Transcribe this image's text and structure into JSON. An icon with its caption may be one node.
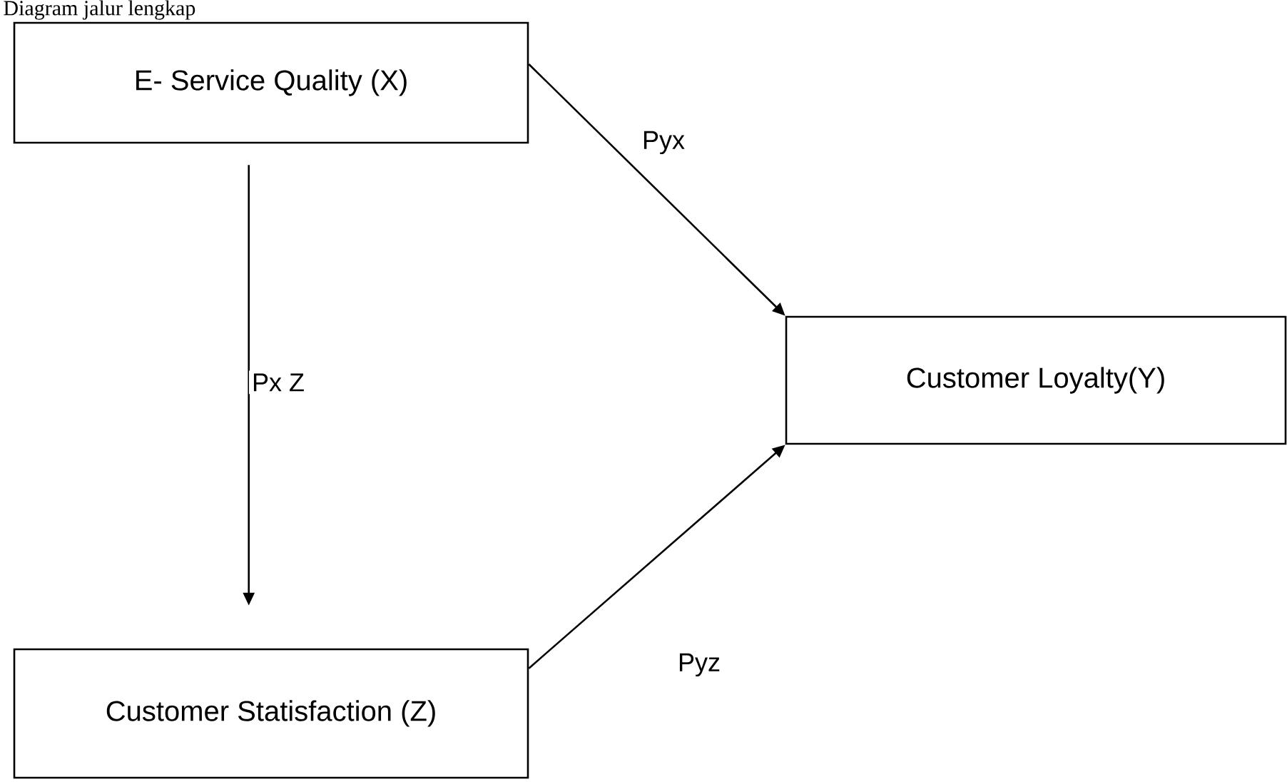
{
  "diagram": {
    "title": "Diagram jalur lengkap",
    "nodes": [
      {
        "text": [
          "E- Service Quality (X)"
        ]
      },
      {
        "text": [
          "Customer Loyalty(Y)"
        ]
      },
      {
        "text": [
          "Customer Statisfaction (Z)"
        ]
      }
    ],
    "edges": [
      {
        "from": 0,
        "to": 2,
        "arrow": "to",
        "label": "Px Z"
      },
      {
        "from": 0,
        "to": 1,
        "arrow": "to",
        "label": "Pyx"
      },
      {
        "from": 2,
        "to": 1,
        "arrow": "to",
        "label": "Pyz"
      }
    ]
  }
}
